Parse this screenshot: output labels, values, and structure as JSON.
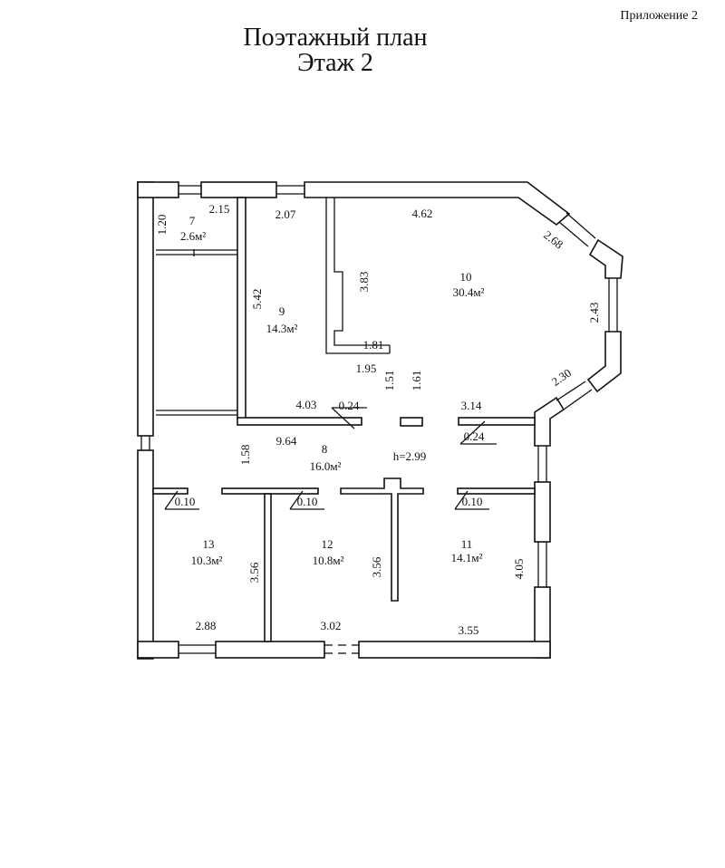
{
  "header": {
    "appendix_label": "Приложение   2",
    "title": "Поэтажный план",
    "floor": "Этаж  2"
  },
  "rooms": [
    {
      "number": "7",
      "area": "2.6м²"
    },
    {
      "number": "9",
      "area": "14.3м²"
    },
    {
      "number": "10",
      "area": "30.4м²"
    },
    {
      "number": "8",
      "area": "16.0м²"
    },
    {
      "number": "13",
      "area": "10.3м²"
    },
    {
      "number": "12",
      "area": "10.8м²"
    },
    {
      "number": "11",
      "area": "14.1м²"
    }
  ],
  "ceiling_height": "h=2.99",
  "dimensions": {
    "d1": "1.20",
    "d2": "2.15",
    "d3": "2.07",
    "d4": "4.62",
    "d5": "2.68",
    "d6": "2.43",
    "d7": "2.30",
    "d8": "5.42",
    "d9": "3.83",
    "d10": "1.81",
    "d11": "1.95",
    "d12": "1.51",
    "d13": "1.61",
    "d14": "4.03",
    "d15": "0.24",
    "d16": "3.14",
    "d17": "0.24",
    "d18": "9.64",
    "d19": "1.58",
    "d20": "0.10",
    "d21": "0.10",
    "d22": "0.10",
    "d23": "3.56",
    "d24": "3.56",
    "d25": "4.05",
    "d26": "2.88",
    "d27": "3.02",
    "d28": "3.55"
  }
}
